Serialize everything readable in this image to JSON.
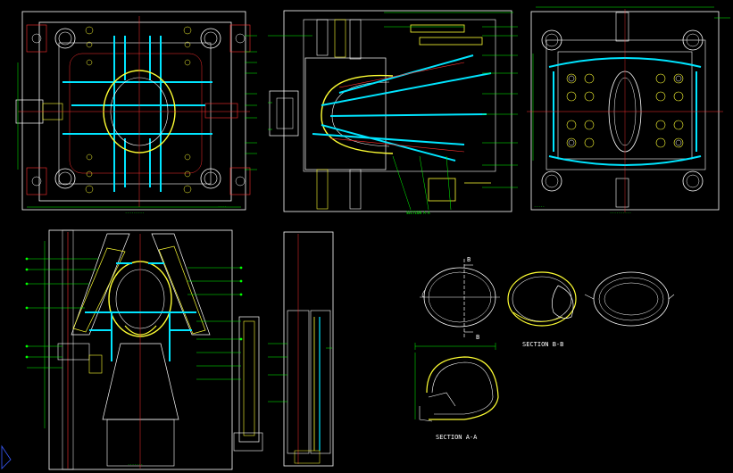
{
  "drawing": {
    "background": "#000000",
    "colors": {
      "outline": "#ffffff",
      "dimension": "#00ff00",
      "cooling": "#00e5ff",
      "part": "#ffff33",
      "center": "#ff3030",
      "hidden": "#3a5bff",
      "accent": "#ff00ff"
    },
    "views": {
      "top_left": {
        "caption": ""
      },
      "top_middle": {
        "caption": "SECTION A-A"
      },
      "top_right": {
        "caption": ""
      },
      "bottom_left": {
        "caption": ""
      },
      "bottom_middle": {
        "caption": ""
      }
    },
    "helmet_views": {
      "cut_marker_top": "B",
      "cut_marker_bottom": "B",
      "section_bb": "SECTION  B-B",
      "section_aa": "SECTION  A-A"
    }
  }
}
